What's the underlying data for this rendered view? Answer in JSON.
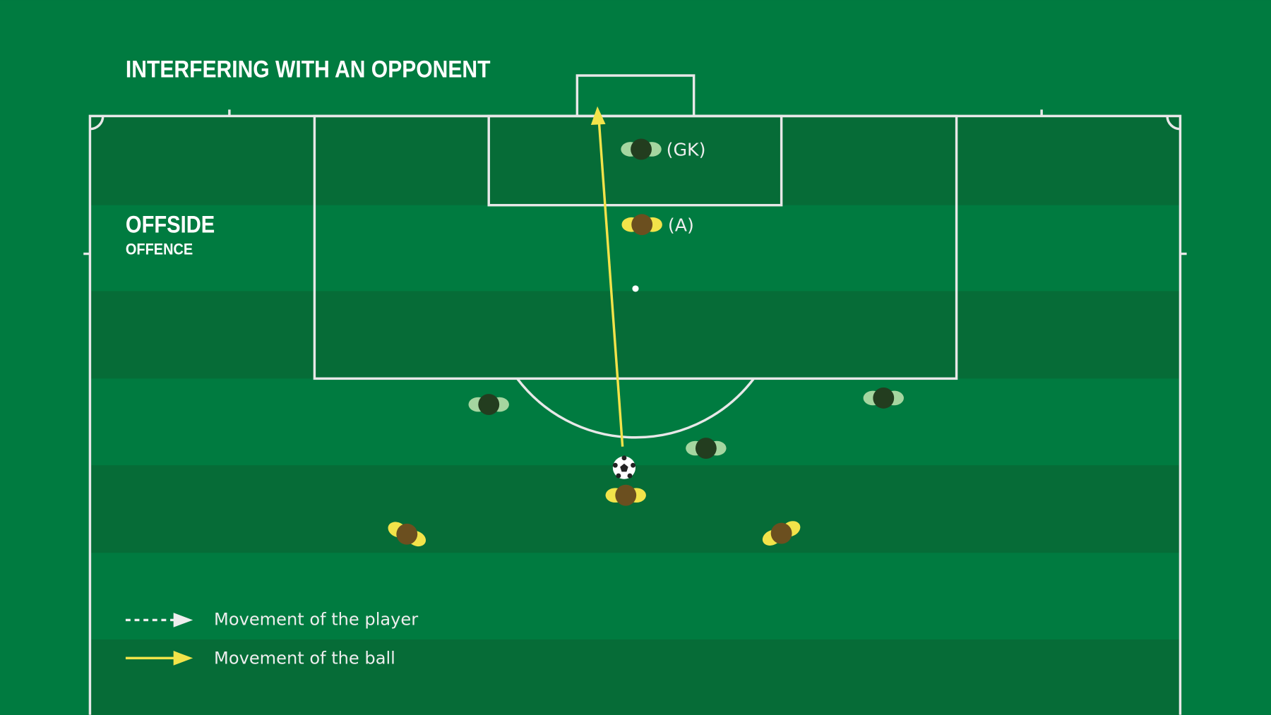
{
  "title": "INTERFERING WITH AN OPPONENT",
  "category": "OFFSIDE",
  "subcategory": "OFFENCE",
  "players": {
    "goalkeeper_label": "(GK)",
    "attacker_label": "(A)"
  },
  "legend": {
    "player_movement": "Movement of the player",
    "ball_movement": "Movement of the ball"
  },
  "colors": {
    "background": "#007b40",
    "stripe_dark": "#066c37",
    "defender_head": "#233d1f",
    "defender_shoulders": "#a5d6a0",
    "attacker_head": "#6b4f1f",
    "attacker_shoulders": "#f2e34a",
    "ball_path": "#f2e34a"
  }
}
